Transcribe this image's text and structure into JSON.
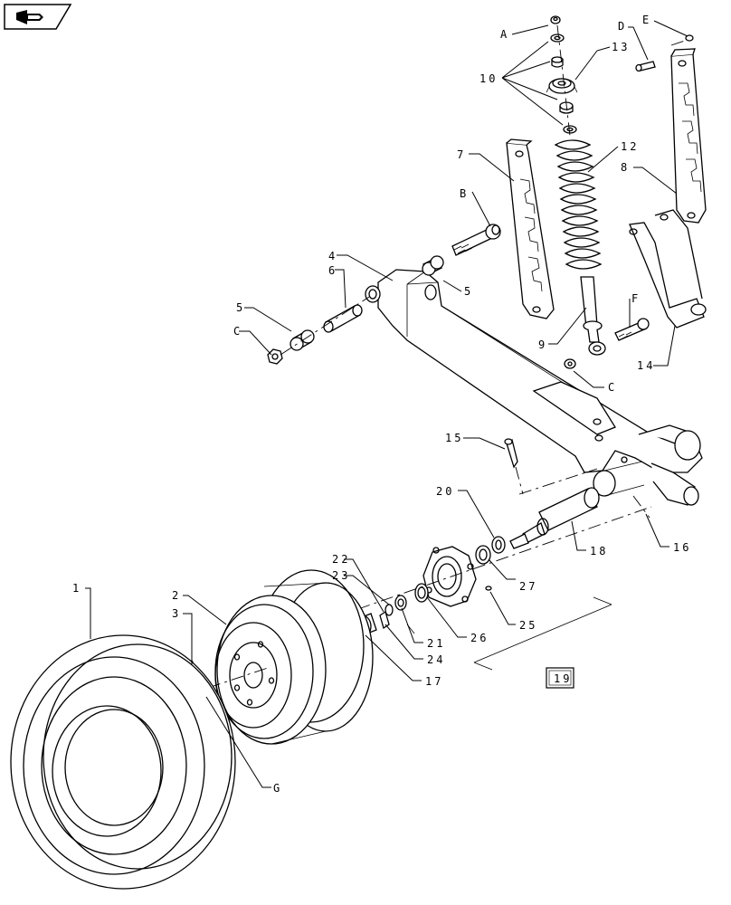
{
  "nav": {
    "icon": "back-arrow-icon"
  },
  "diagram": {
    "type": "exploded-parts-view",
    "boxed_callout": "19",
    "callouts": [
      {
        "id": "A",
        "text": "A"
      },
      {
        "id": "D",
        "text": "D"
      },
      {
        "id": "E",
        "text": "E"
      },
      {
        "id": "10",
        "text": "10"
      },
      {
        "id": "13",
        "text": "13"
      },
      {
        "id": "12",
        "text": "12"
      },
      {
        "id": "7",
        "text": "7"
      },
      {
        "id": "8",
        "text": "8"
      },
      {
        "id": "B",
        "text": "B"
      },
      {
        "id": "4",
        "text": "4"
      },
      {
        "id": "6",
        "text": "6"
      },
      {
        "id": "5a",
        "text": "5"
      },
      {
        "id": "5b",
        "text": "5"
      },
      {
        "id": "Ca",
        "text": "C"
      },
      {
        "id": "F",
        "text": "F"
      },
      {
        "id": "9",
        "text": "9"
      },
      {
        "id": "Cb",
        "text": "C"
      },
      {
        "id": "14",
        "text": "14"
      },
      {
        "id": "15",
        "text": "15"
      },
      {
        "id": "20",
        "text": "20"
      },
      {
        "id": "18",
        "text": "18"
      },
      {
        "id": "16",
        "text": "16"
      },
      {
        "id": "22",
        "text": "22"
      },
      {
        "id": "23",
        "text": "23"
      },
      {
        "id": "27",
        "text": "27"
      },
      {
        "id": "25",
        "text": "25"
      },
      {
        "id": "26",
        "text": "26"
      },
      {
        "id": "21",
        "text": "21"
      },
      {
        "id": "24",
        "text": "24"
      },
      {
        "id": "17",
        "text": "17"
      },
      {
        "id": "1",
        "text": "1"
      },
      {
        "id": "2",
        "text": "2"
      },
      {
        "id": "3",
        "text": "3"
      },
      {
        "id": "G",
        "text": "G"
      }
    ]
  }
}
